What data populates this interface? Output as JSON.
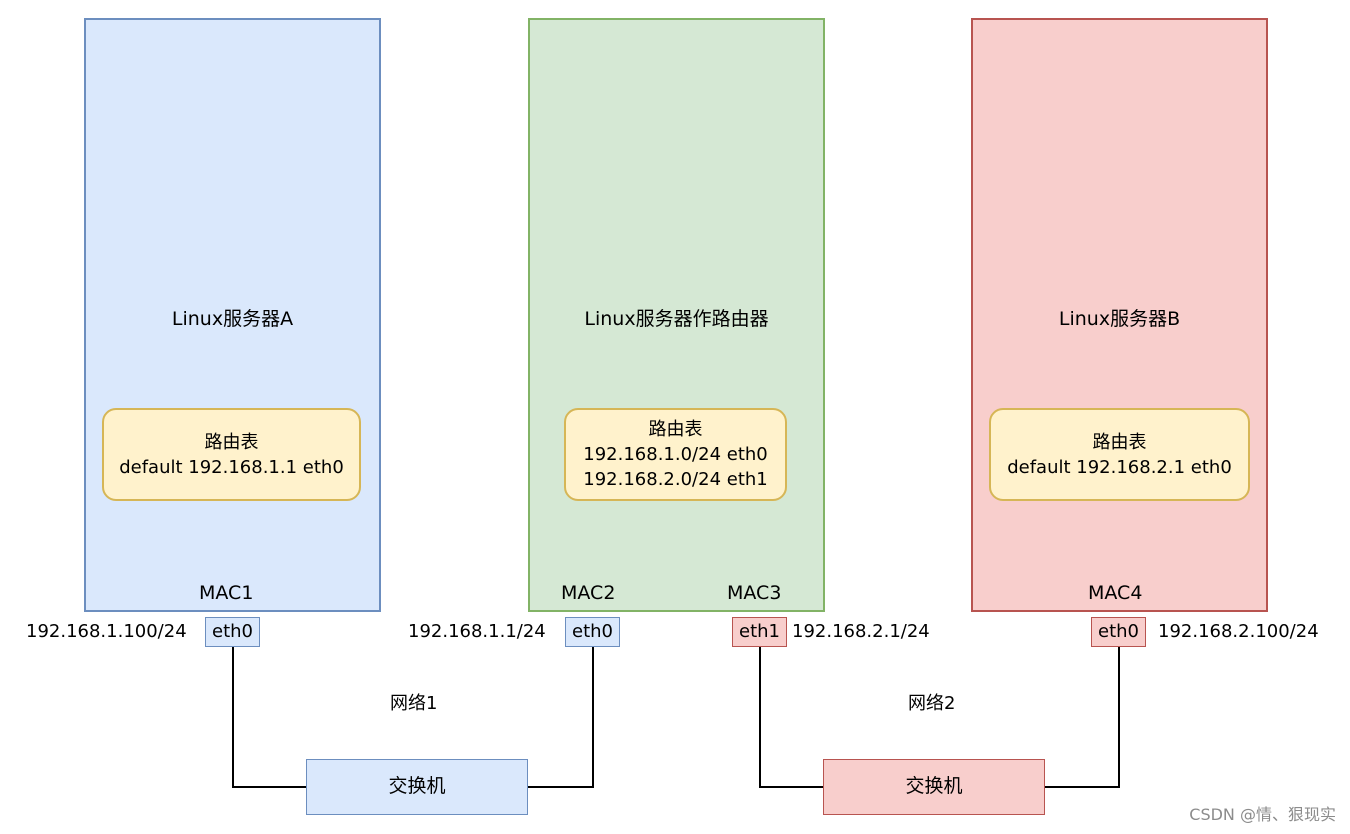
{
  "servers": {
    "a": {
      "title": "Linux服务器A",
      "color": "#dae8fc",
      "border": "#6c8ebf"
    },
    "router": {
      "title": "Linux服务器作路由器",
      "color": "#d5e8d4",
      "border": "#82b366"
    },
    "b": {
      "title": "Linux服务器B",
      "color": "#f8cecc",
      "border": "#b85450"
    }
  },
  "route_tables": {
    "a": {
      "title": "路由表",
      "lines": [
        "default 192.168.1.1 eth0"
      ]
    },
    "router": {
      "title": "路由表",
      "lines": [
        "192.168.1.0/24 eth0",
        "192.168.2.0/24 eth1"
      ]
    },
    "b": {
      "title": "路由表",
      "lines": [
        "default 192.168.2.1 eth0"
      ]
    }
  },
  "interfaces": {
    "a_eth0": {
      "mac": "MAC1",
      "name": "eth0",
      "ip": "192.168.1.100/24"
    },
    "router_eth0": {
      "mac": "MAC2",
      "name": "eth0",
      "ip": "192.168.1.1/24"
    },
    "router_eth1": {
      "mac": "MAC3",
      "name": "eth1",
      "ip": "192.168.2.1/24"
    },
    "b_eth0": {
      "mac": "MAC4",
      "name": "eth0",
      "ip": "192.168.2.100/24"
    }
  },
  "networks": {
    "net1": {
      "label": "网络1",
      "switch": "交换机"
    },
    "net2": {
      "label": "网络2",
      "switch": "交换机"
    }
  },
  "watermark": "CSDN @情、狠现实",
  "colors": {
    "route_fill": "#fff2cc",
    "route_border": "#d6b656",
    "wire": "#000000"
  }
}
